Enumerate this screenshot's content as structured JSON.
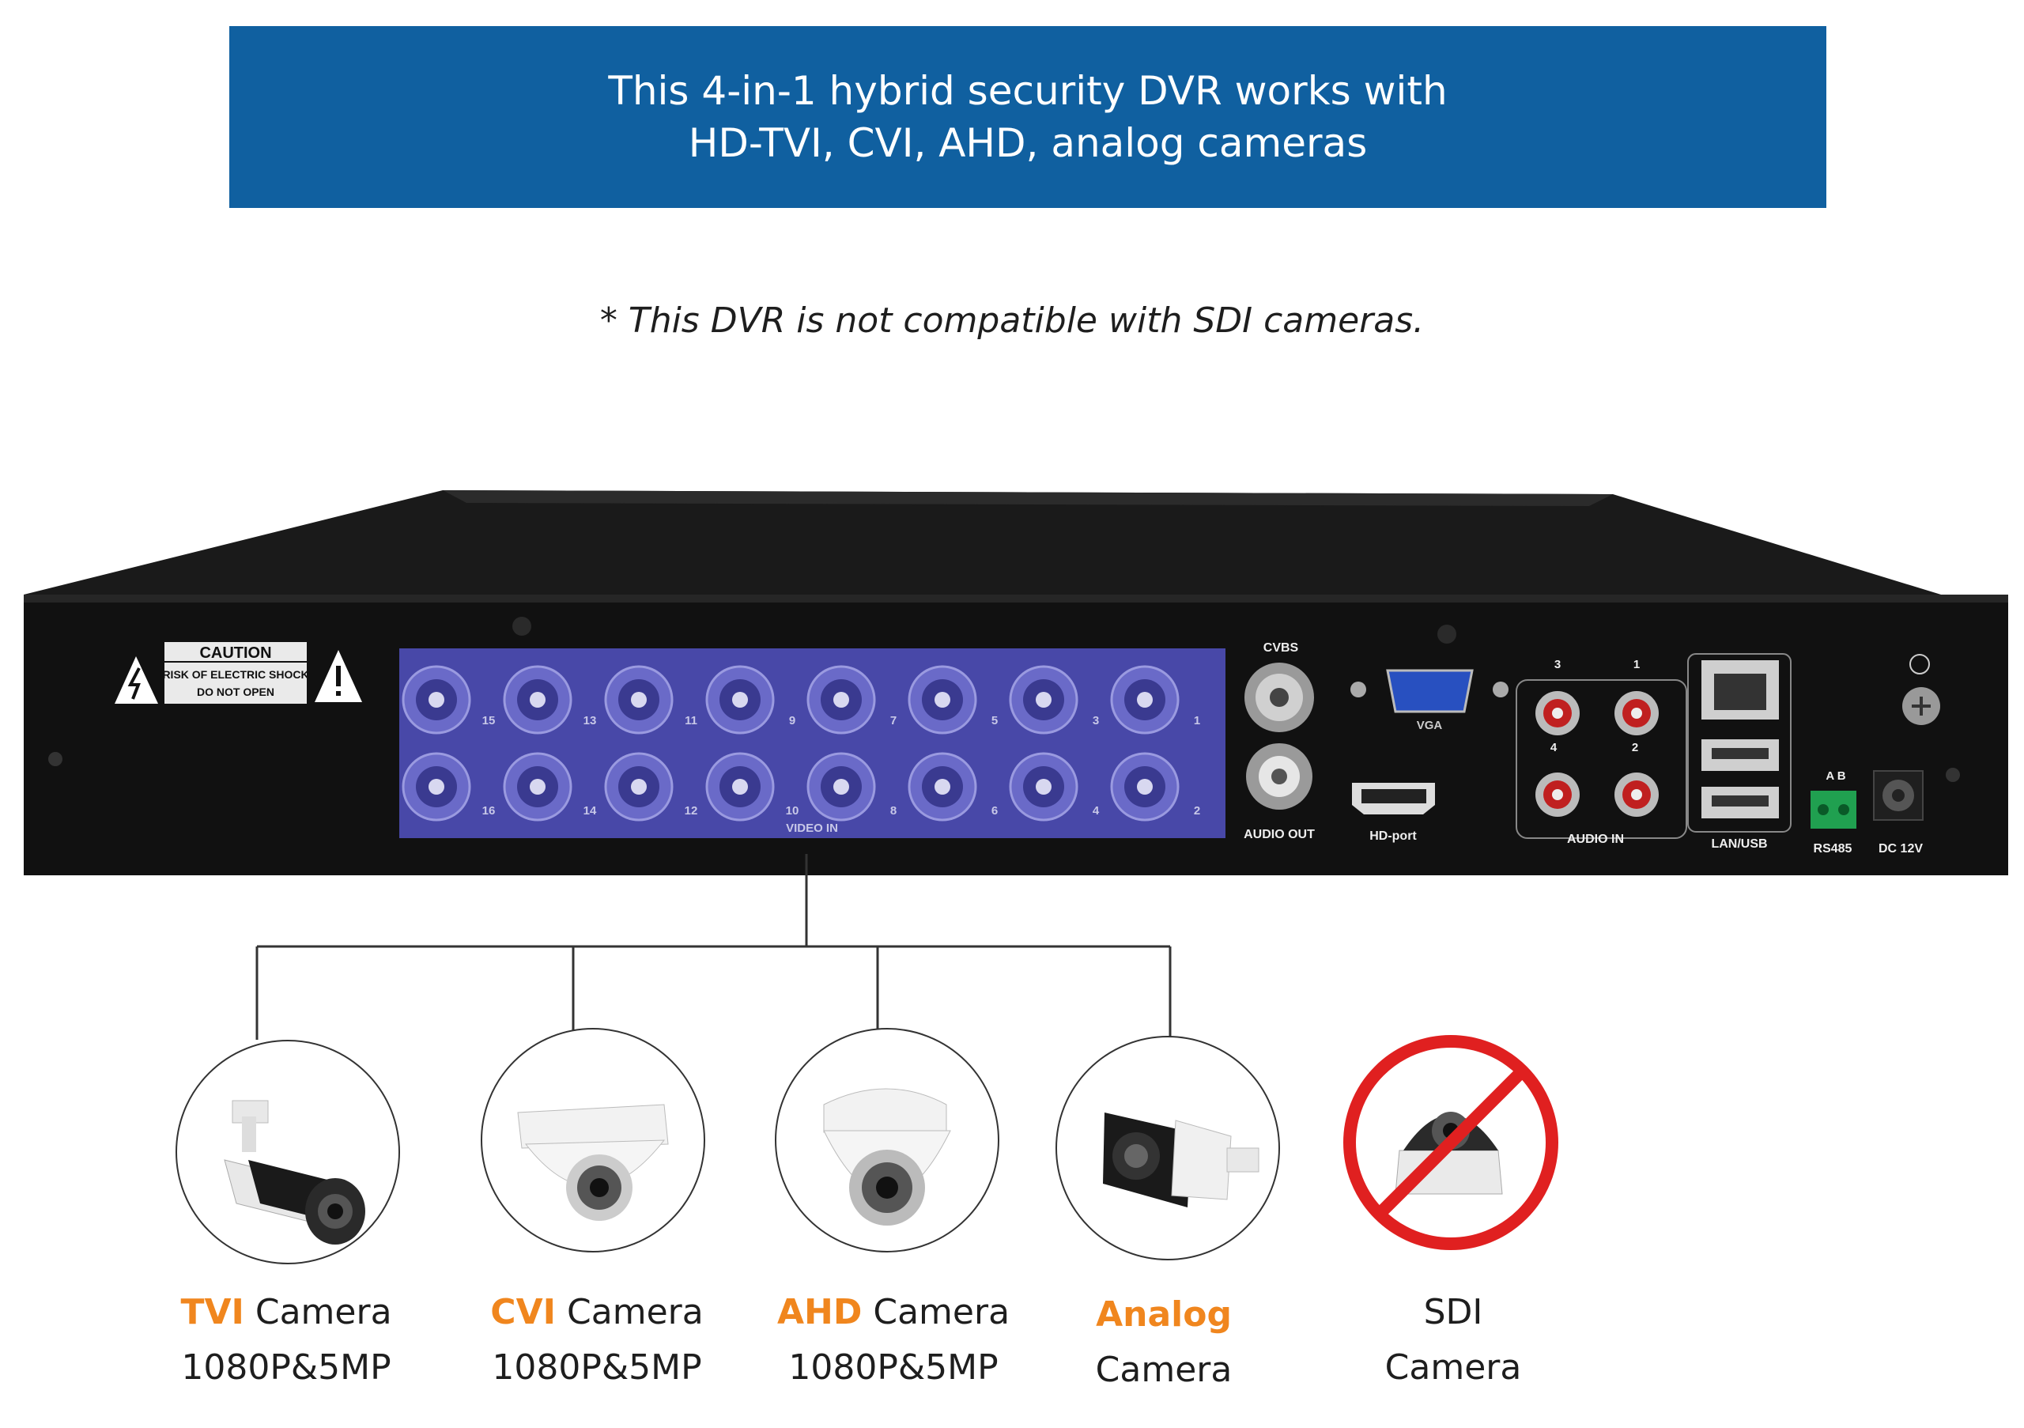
{
  "banner": {
    "line1": "This 4-in-1 hybrid security DVR works with",
    "line2": "HD-TVI, CVI, AHD, analog cameras"
  },
  "note": "* This DVR is not compatible with SDI cameras.",
  "panel": {
    "caution_title": "CAUTION",
    "caution_line1": "RISK OF ELECTRIC SHOCK",
    "caution_line2": "DO NOT OPEN",
    "video_in": "VIDEO IN",
    "channels_top": [
      "15",
      "13",
      "11",
      "9",
      "7",
      "5",
      "3",
      "1"
    ],
    "channels_bottom": [
      "16",
      "14",
      "12",
      "10",
      "8",
      "6",
      "4",
      "2"
    ],
    "cvbs": "CVBS",
    "audio_out": "AUDIO OUT",
    "vga": "VGA",
    "hd_port": "HD-port",
    "audio_in": "AUDIO IN",
    "audio_in_numbers": [
      "3",
      "1",
      "4",
      "2"
    ],
    "lan_usb": "LAN/USB",
    "rs485_ab": "A  B",
    "rs485": "RS485",
    "dc": "DC 12V"
  },
  "cameras": [
    {
      "brand": "TVI",
      "word": "Camera",
      "spec": "1080P&5MP",
      "icon": "bullet-camera-icon"
    },
    {
      "brand": "CVI",
      "word": "Camera",
      "spec": "1080P&5MP",
      "icon": "dome-camera-icon"
    },
    {
      "brand": "AHD",
      "word": "Camera",
      "spec": "1080P&5MP",
      "icon": "dome-camera-icon"
    },
    {
      "brand": "Analog",
      "word": "Camera",
      "spec": "",
      "icon": "bullet-camera-icon"
    },
    {
      "brand": "SDI",
      "word": "Camera",
      "spec": "",
      "icon": "prohibited-dome-camera-icon"
    }
  ],
  "colors": {
    "banner": "#1060a0",
    "accent": "#f0861e",
    "prohibited": "#e02020",
    "panel_blue": "#4848a8"
  }
}
